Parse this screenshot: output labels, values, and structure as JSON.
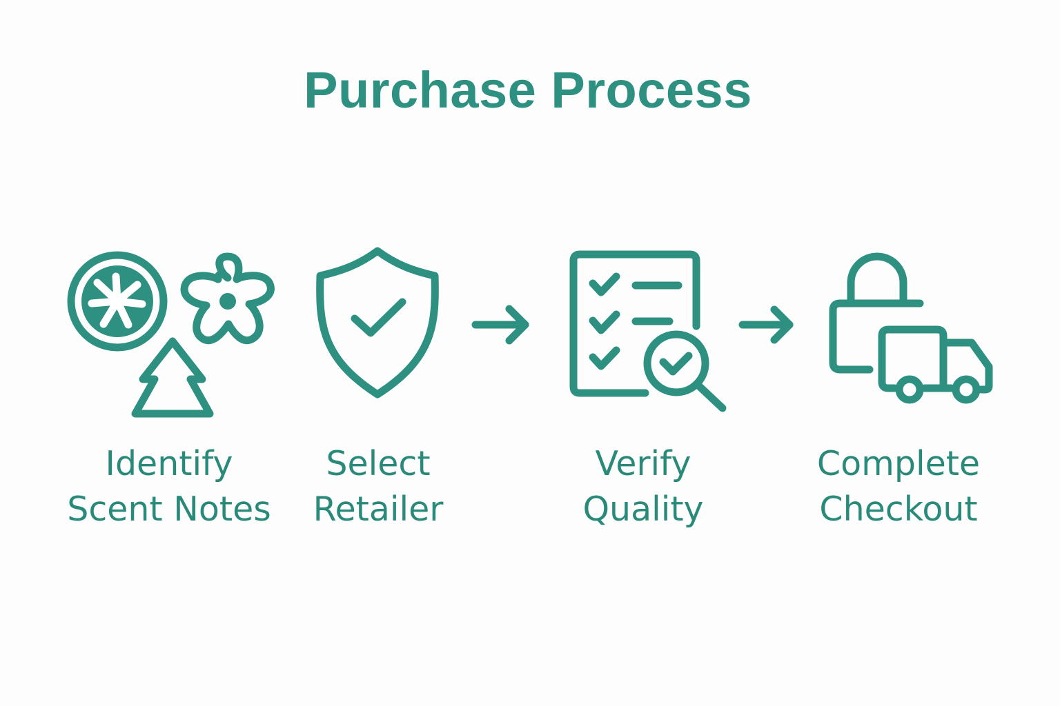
{
  "title": "Purchase Process",
  "colors": {
    "accent": "#2e9080",
    "background": "#fdfdfd",
    "icon_fill_inner": "#ffffff"
  },
  "steps": [
    {
      "line1": "Identify",
      "line2": "Scent Notes",
      "icons": [
        "citrus-slice-icon",
        "flower-icon",
        "pine-tree-icon"
      ]
    },
    {
      "line1": "Select",
      "line2": "Retailer",
      "icons": [
        "shield-check-icon"
      ]
    },
    {
      "line1": "Verify",
      "line2": "Quality",
      "icons": [
        "checklist-magnifier-icon"
      ]
    },
    {
      "line1": "Complete",
      "line2": "Checkout",
      "icons": [
        "lock-icon",
        "delivery-truck-icon"
      ]
    }
  ],
  "connectors": [
    "arrow-right-icon",
    "arrow-right-icon"
  ]
}
